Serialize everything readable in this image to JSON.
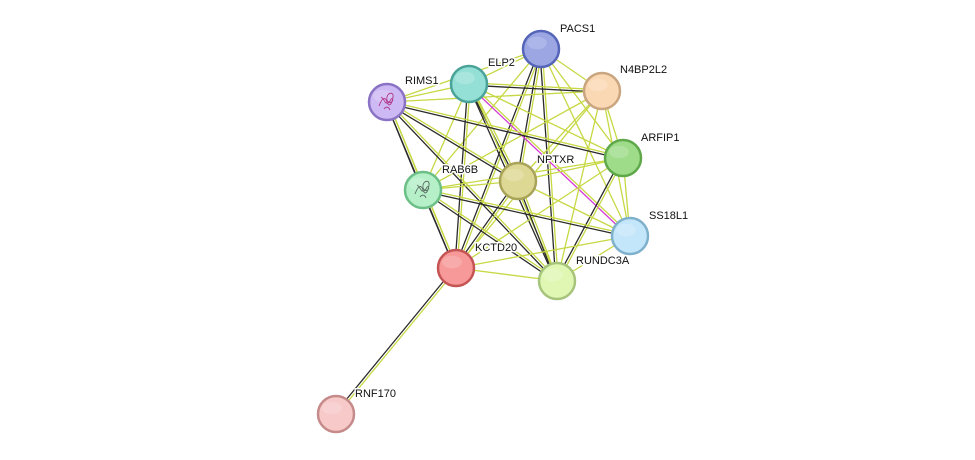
{
  "network": {
    "colors": {
      "edge_textmining": "#c7d844",
      "edge_coexpression": "#2b2b2b",
      "edge_experiments": "#d63ad6",
      "label": "#111111",
      "background": "#ffffff"
    },
    "nodes": [
      {
        "id": "PACS1",
        "label": "PACS1",
        "fill": "#9ba6e3",
        "stroke": "#5565b8",
        "structure_icon": false
      },
      {
        "id": "ELP2",
        "label": "ELP2",
        "fill": "#94e0d6",
        "stroke": "#4aa398",
        "structure_icon": false
      },
      {
        "id": "N4BP2L2",
        "label": "N4BP2L2",
        "fill": "#fad8b3",
        "stroke": "#c9a580",
        "structure_icon": false
      },
      {
        "id": "RIMS1",
        "label": "RIMS1",
        "fill": "#cdb9f3",
        "stroke": "#8a72c4",
        "structure_icon": true,
        "structure_color": "#b0388a"
      },
      {
        "id": "ARFIP1",
        "label": "ARFIP1",
        "fill": "#9fdc8a",
        "stroke": "#5ea84a",
        "structure_icon": false
      },
      {
        "id": "NPTXR",
        "label": "NPTXR",
        "fill": "#ddd893",
        "stroke": "#a9a35a",
        "structure_icon": false
      },
      {
        "id": "RAB6B",
        "label": "RAB6B",
        "fill": "#b5f0c9",
        "stroke": "#6cbf86",
        "structure_icon": true,
        "structure_color": "#5a6d62"
      },
      {
        "id": "SS18L1",
        "label": "SS18L1",
        "fill": "#c4e6fa",
        "stroke": "#7fb1cc",
        "structure_icon": false
      },
      {
        "id": "KCTD20",
        "label": "KCTD20",
        "fill": "#f79999",
        "stroke": "#c55454",
        "structure_icon": false
      },
      {
        "id": "RUNDC3A",
        "label": "RUNDC3A",
        "fill": "#e0f7b4",
        "stroke": "#a6c47c",
        "structure_icon": false
      },
      {
        "id": "RNF170",
        "label": "RNF170",
        "fill": "#f7c9c9",
        "stroke": "#c58a8a",
        "structure_icon": false
      }
    ],
    "edges": [
      {
        "a": "PACS1",
        "b": "ELP2",
        "types": [
          "textmining"
        ]
      },
      {
        "a": "PACS1",
        "b": "N4BP2L2",
        "types": [
          "textmining"
        ]
      },
      {
        "a": "PACS1",
        "b": "RIMS1",
        "types": [
          "textmining"
        ]
      },
      {
        "a": "PACS1",
        "b": "ARFIP1",
        "types": [
          "textmining"
        ]
      },
      {
        "a": "PACS1",
        "b": "NPTXR",
        "types": [
          "textmining",
          "coexpression"
        ]
      },
      {
        "a": "PACS1",
        "b": "RAB6B",
        "types": [
          "textmining"
        ]
      },
      {
        "a": "PACS1",
        "b": "KCTD20",
        "types": [
          "textmining",
          "coexpression"
        ]
      },
      {
        "a": "PACS1",
        "b": "RUNDC3A",
        "types": [
          "textmining",
          "coexpression"
        ]
      },
      {
        "a": "PACS1",
        "b": "SS18L1",
        "types": [
          "textmining"
        ]
      },
      {
        "a": "ELP2",
        "b": "N4BP2L2",
        "types": [
          "textmining",
          "coexpression"
        ]
      },
      {
        "a": "ELP2",
        "b": "RIMS1",
        "types": [
          "textmining"
        ]
      },
      {
        "a": "ELP2",
        "b": "ARFIP1",
        "types": [
          "textmining"
        ]
      },
      {
        "a": "ELP2",
        "b": "NPTXR",
        "types": [
          "textmining",
          "coexpression"
        ]
      },
      {
        "a": "ELP2",
        "b": "RAB6B",
        "types": [
          "textmining"
        ]
      },
      {
        "a": "ELP2",
        "b": "SS18L1",
        "types": [
          "textmining",
          "experiments"
        ]
      },
      {
        "a": "ELP2",
        "b": "KCTD20",
        "types": [
          "textmining",
          "coexpression"
        ]
      },
      {
        "a": "ELP2",
        "b": "RUNDC3A",
        "types": [
          "textmining",
          "coexpression"
        ]
      },
      {
        "a": "N4BP2L2",
        "b": "RIMS1",
        "types": [
          "textmining"
        ]
      },
      {
        "a": "N4BP2L2",
        "b": "ARFIP1",
        "types": [
          "textmining"
        ]
      },
      {
        "a": "N4BP2L2",
        "b": "NPTXR",
        "types": [
          "textmining"
        ]
      },
      {
        "a": "N4BP2L2",
        "b": "RAB6B",
        "types": [
          "textmining"
        ]
      },
      {
        "a": "N4BP2L2",
        "b": "SS18L1",
        "types": [
          "textmining"
        ]
      },
      {
        "a": "N4BP2L2",
        "b": "KCTD20",
        "types": [
          "textmining"
        ]
      },
      {
        "a": "N4BP2L2",
        "b": "RUNDC3A",
        "types": [
          "textmining"
        ]
      },
      {
        "a": "RIMS1",
        "b": "ARFIP1",
        "types": [
          "textmining",
          "coexpression"
        ]
      },
      {
        "a": "RIMS1",
        "b": "NPTXR",
        "types": [
          "textmining",
          "coexpression"
        ]
      },
      {
        "a": "RIMS1",
        "b": "RAB6B",
        "types": [
          "textmining",
          "coexpression"
        ]
      },
      {
        "a": "RIMS1",
        "b": "KCTD20",
        "types": [
          "textmining",
          "coexpression"
        ]
      },
      {
        "a": "RIMS1",
        "b": "RUNDC3A",
        "types": [
          "textmining",
          "coexpression"
        ]
      },
      {
        "a": "ARFIP1",
        "b": "NPTXR",
        "types": [
          "textmining"
        ]
      },
      {
        "a": "ARFIP1",
        "b": "RAB6B",
        "types": [
          "textmining"
        ]
      },
      {
        "a": "ARFIP1",
        "b": "SS18L1",
        "types": [
          "textmining"
        ]
      },
      {
        "a": "ARFIP1",
        "b": "KCTD20",
        "types": [
          "textmining"
        ]
      },
      {
        "a": "ARFIP1",
        "b": "RUNDC3A",
        "types": [
          "textmining",
          "coexpression"
        ]
      },
      {
        "a": "NPTXR",
        "b": "RAB6B",
        "types": [
          "textmining"
        ]
      },
      {
        "a": "NPTXR",
        "b": "SS18L1",
        "types": [
          "textmining"
        ]
      },
      {
        "a": "NPTXR",
        "b": "KCTD20",
        "types": [
          "textmining",
          "coexpression"
        ]
      },
      {
        "a": "NPTXR",
        "b": "RUNDC3A",
        "types": [
          "textmining",
          "coexpression"
        ]
      },
      {
        "a": "RAB6B",
        "b": "SS18L1",
        "types": [
          "textmining",
          "coexpression"
        ]
      },
      {
        "a": "RAB6B",
        "b": "KCTD20",
        "types": [
          "textmining",
          "coexpression"
        ]
      },
      {
        "a": "RAB6B",
        "b": "RUNDC3A",
        "types": [
          "textmining",
          "coexpression"
        ]
      },
      {
        "a": "SS18L1",
        "b": "RUNDC3A",
        "types": [
          "textmining"
        ]
      },
      {
        "a": "SS18L1",
        "b": "KCTD20",
        "types": [
          "textmining"
        ]
      },
      {
        "a": "KCTD20",
        "b": "RUNDC3A",
        "types": [
          "textmining"
        ]
      },
      {
        "a": "KCTD20",
        "b": "RNF170",
        "types": [
          "textmining",
          "coexpression"
        ]
      }
    ]
  }
}
